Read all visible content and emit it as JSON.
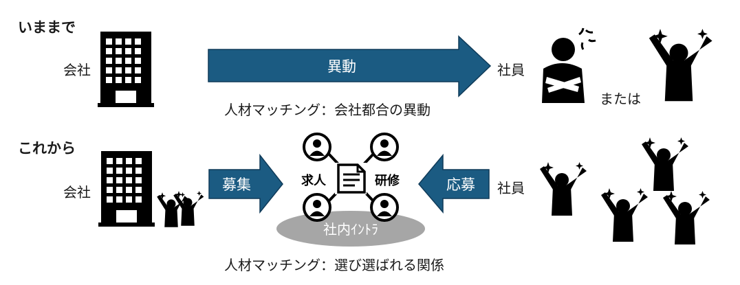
{
  "before": {
    "heading": "いままで",
    "company_label": "会社",
    "arrow_label": "異動",
    "employee_label": "社員",
    "or_label": "または",
    "caption": "人材マッチング：会社都合の異動"
  },
  "after": {
    "heading": "これから",
    "company_label": "会社",
    "recruit_arrow_label": "募集",
    "apply_arrow_label": "応募",
    "employee_label": "社員",
    "hub_left_label": "求人",
    "hub_right_label": "研修",
    "platform_label": "社内ｲﾝﾄﾗ",
    "caption": "人材マッチング：選び選ばれる関係"
  },
  "colors": {
    "arrow_fill": "#1b5b82",
    "arrow_stroke": "#0f3a58",
    "platform_fill": "#a6a6a6",
    "icon": "#000000"
  }
}
